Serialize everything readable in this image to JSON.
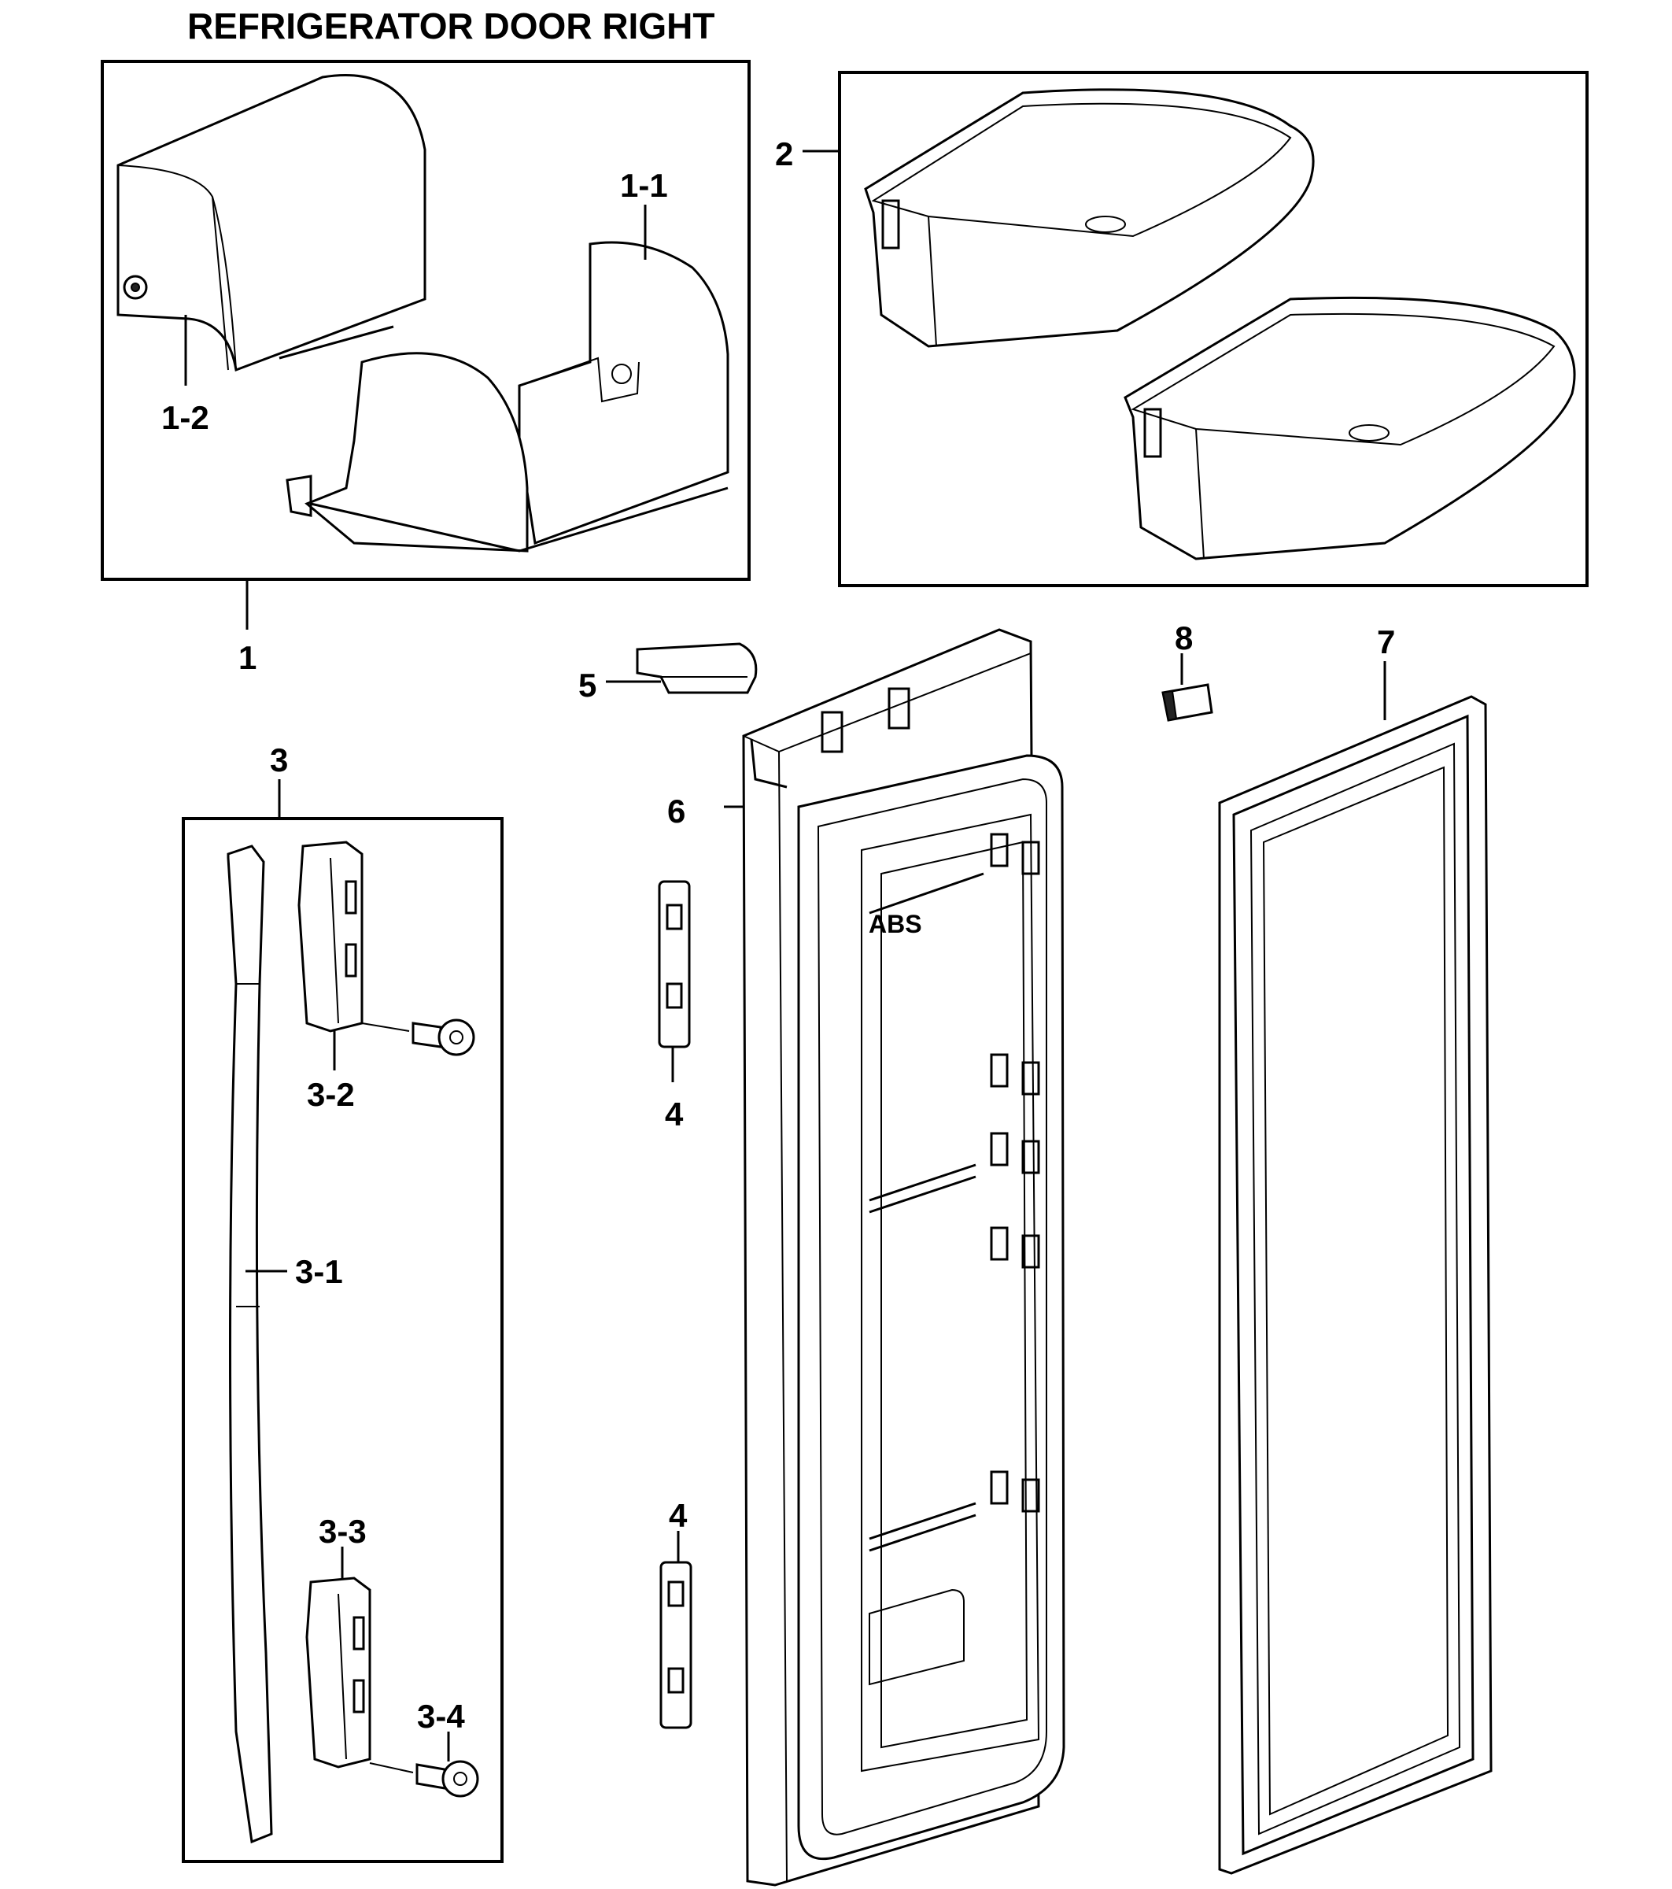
{
  "title": "REFRIGERATOR DOOR RIGHT",
  "callouts": {
    "c1": "1",
    "c1_1": "1-1",
    "c1_2": "1-2",
    "c2": "2",
    "c3": "3",
    "c3_1": "3-1",
    "c3_2": "3-2",
    "c3_3": "3-3",
    "c3_4": "3-4",
    "c4a": "4",
    "c4b": "4",
    "c5": "5",
    "c6": "6",
    "c7": "7",
    "c8": "8"
  },
  "door_marking": "ABS"
}
